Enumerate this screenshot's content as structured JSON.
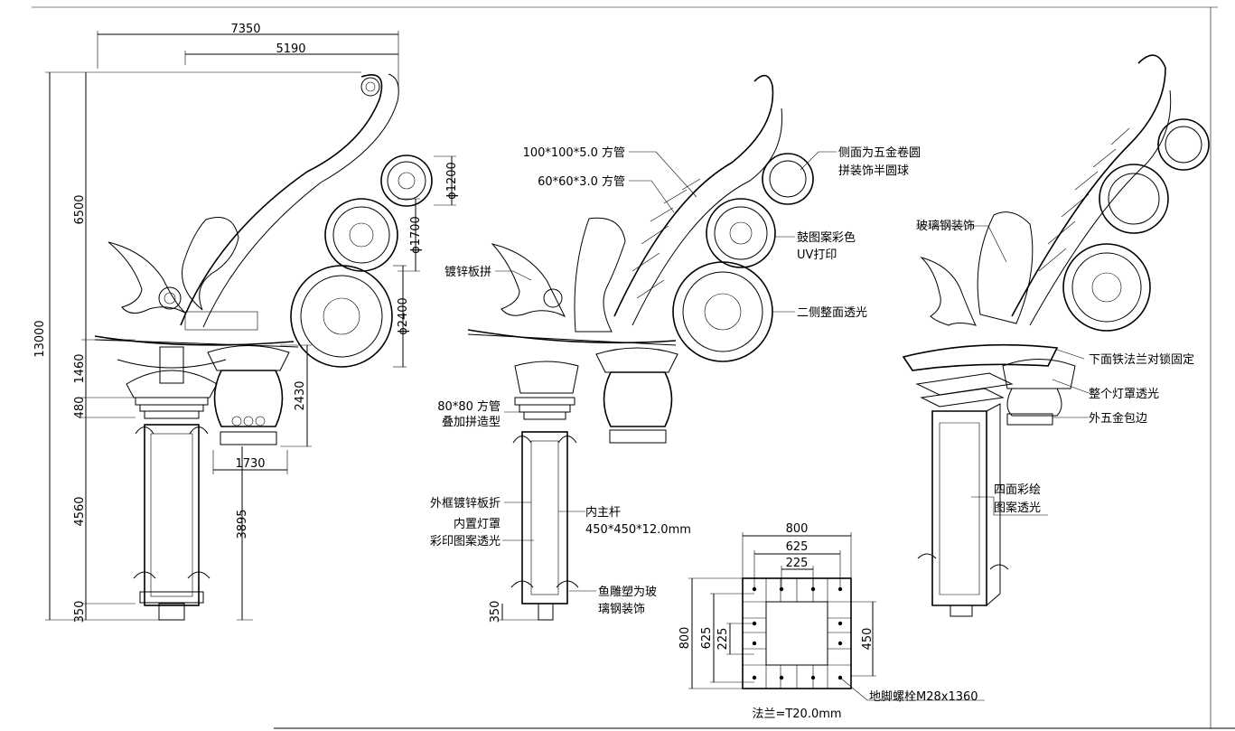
{
  "dimensions": {
    "overall_width": "7350",
    "arm_width": "5190",
    "total_height": "13000",
    "head_height": "6500",
    "crown_height": "1460",
    "cap_height": "480",
    "column_height": "4560",
    "base_height": "350",
    "ball_small": "ϕ1200",
    "ball_medium": "ϕ1700",
    "ball_large": "ϕ2400",
    "lantern_height": "2430",
    "lantern_width": "1730",
    "lantern_elevation": "3895",
    "mid_base_height": "350"
  },
  "middle_notes": {
    "tube_100": "100*100*5.0 方管",
    "tube_60": "60*60*3.0 方管",
    "galvanized_panel": "镀锌板拼",
    "tube_80_line1": "80*80 方管",
    "tube_80_line2": "叠加拼造型",
    "outer_frame": "外框镀锌板折",
    "inner_shade_line1": "内置灯罩",
    "inner_shade_line2": "彩印图案透光",
    "main_pole_line1": "内主杆",
    "main_pole_line2": "450*450*12.0mm",
    "fish_line1": "鱼雕塑为玻",
    "fish_line2": "璃钢装饰",
    "side_ball_line1": "侧面为五金卷圆",
    "side_ball_line2": "拼装饰半圆球",
    "drum_line1": "鼓图案彩色",
    "drum_line2": "UV打印",
    "both_sides": "二侧整面透光"
  },
  "right_notes": {
    "frp": "玻璃钢装饰",
    "flange_lock": "下面铁法兰对锁固定",
    "whole_shade": "整个灯罩透光",
    "hardware_edge": "外五金包边",
    "four_sides_line1": "四面彩绘",
    "four_sides_line2": "图案透光"
  },
  "flange": {
    "width_800": "800",
    "width_625": "625",
    "width_225": "225",
    "height_800": "800",
    "height_625": "625",
    "height_225": "225",
    "height_450": "450",
    "bolt": "地脚螺栓M28x1360",
    "plate": "法兰=T20.0mm"
  }
}
